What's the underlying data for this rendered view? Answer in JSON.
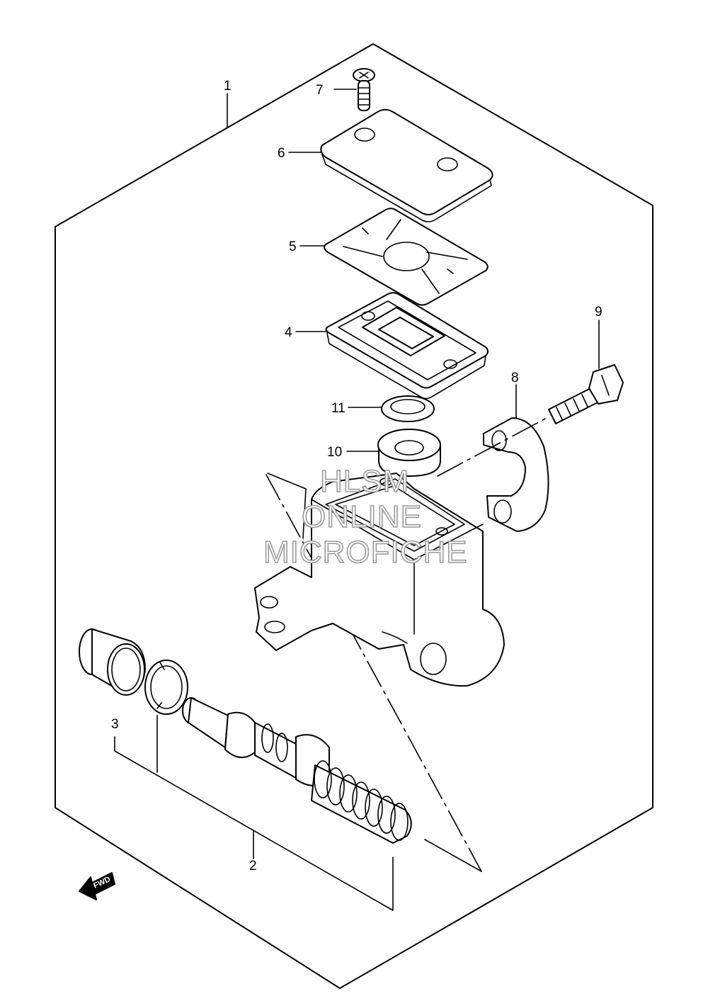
{
  "callouts": {
    "c1": "1",
    "c2": "2",
    "c3": "3",
    "c4": "4",
    "c5": "5",
    "c6": "6",
    "c7": "7",
    "c8": "8",
    "c9": "9",
    "c10": "10",
    "c11": "11"
  },
  "watermark": {
    "line1": "HLSM",
    "line2": "ONLINE",
    "line3": "MICROFICHE"
  },
  "direction_arrow": {
    "label": "FWD"
  }
}
